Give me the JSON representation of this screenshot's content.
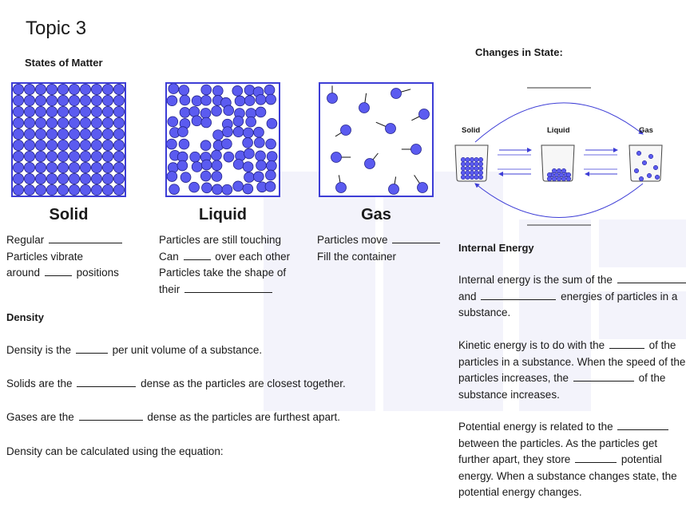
{
  "title": "Topic 3",
  "section_states": "States of Matter",
  "section_changes": "Changes in State:",
  "states": {
    "solid": {
      "label": "Solid",
      "lines": [
        "Regular",
        "Particles vibrate",
        "around",
        "positions"
      ]
    },
    "liquid": {
      "label": "Liquid",
      "lines": [
        "Particles are still touching",
        "Can",
        "over each other",
        "Particles take the shape of",
        "their"
      ]
    },
    "gas": {
      "label": "Gas",
      "lines": [
        "Particles move",
        "Fill the container"
      ]
    }
  },
  "changes_labels": {
    "solid": "Solid",
    "liquid": "Liquid",
    "gas": "Gas"
  },
  "density": {
    "heading": "Density",
    "l1a": "Density is the",
    "l1b": "per unit volume of a substance.",
    "l2a": "Solids are the",
    "l2b": "dense as the particles are closest together.",
    "l3a": "Gases are the",
    "l3b": "dense as the particles are furthest apart.",
    "l4": "Density can be calculated using the equation:"
  },
  "internal": {
    "heading": "Internal Energy",
    "p1a": "Internal energy is the sum of the",
    "p1b": "and",
    "p1c": "energies of particles in a",
    "p1d": "substance.",
    "p2a": "Kinetic energy is to do with the",
    "p2b": "of the",
    "p2c": "particles in a substance. When the speed of the",
    "p2d": "particles increases, the",
    "p2e": "of the",
    "p2f": "substance increases.",
    "p3a": "Potential energy is related to the",
    "p3b": "between the particles. As the particles get",
    "p3c": "further apart, they store",
    "p3d": "potential",
    "p3e": "energy. When a substance changes state, the",
    "p3f": "potential energy changes."
  },
  "colors": {
    "accent": "#3d3dd6",
    "particle": "#5b5bf0",
    "watermark": "#f1f1fb"
  }
}
